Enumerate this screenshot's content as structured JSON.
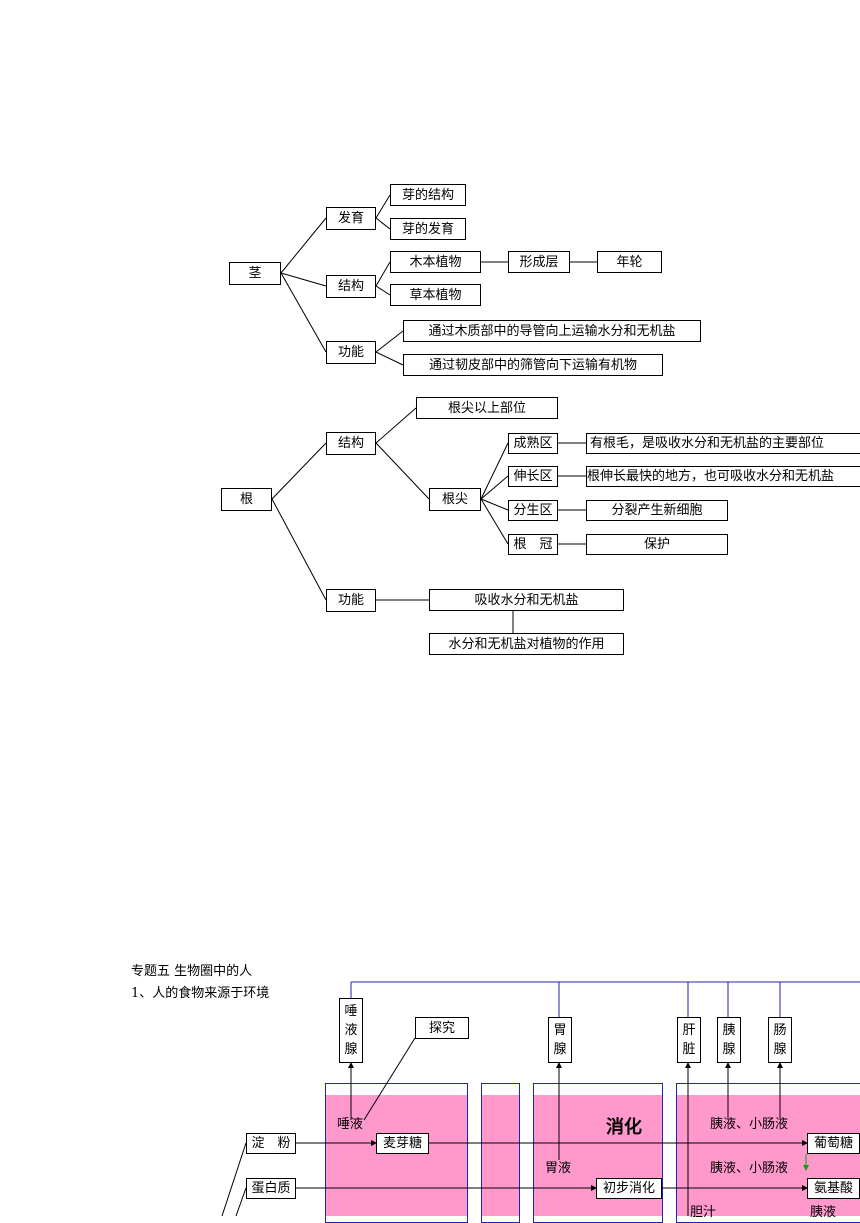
{
  "stem": {
    "root": "茎",
    "develop": "发育",
    "bud_structure": "芽的结构",
    "bud_develop": "芽的发育",
    "structure": "结构",
    "woody": "木本植物",
    "cambium": "形成层",
    "annual_ring": "年轮",
    "herb": "草本植物",
    "function": "功能",
    "func_up": "通过木质部中的导管向上运输水分和无机盐",
    "func_down": "通过韧皮部中的筛管向下运输有机物"
  },
  "root": {
    "root": "根",
    "structure": "结构",
    "above_tip": "根尖以上部位",
    "tip": "根尖",
    "zones": [
      {
        "name": "成熟区",
        "desc": "有根毛，是吸收水分和无机盐的主要部位"
      },
      {
        "name": "伸长区",
        "desc": "根伸长最快的地方，也可吸收水分和无机盐"
      },
      {
        "name": "分生区",
        "desc": "分裂产生新细胞"
      },
      {
        "name": "根　冠",
        "desc": "保护"
      }
    ],
    "function": "功能",
    "absorb": "吸收水分和无机盐",
    "effect": "水分和无机盐对植物的作用"
  },
  "topic5": {
    "heading": "专题五 生物圈中的人",
    "subheading": "1、人的食物来源于环境",
    "salivary": [
      "唾",
      "液",
      "腺"
    ],
    "explore": "探究",
    "gastric_gland": [
      "胃",
      "腺"
    ],
    "liver": [
      "肝",
      "脏"
    ],
    "pancreas": [
      "胰",
      "腺"
    ],
    "intestinal_gland": [
      "肠",
      "腺"
    ],
    "digestion": "消化",
    "saliva": "唾液",
    "maltose": "麦芽糖",
    "pancreatic1": "胰液、小肠液",
    "glucose": "葡萄糖",
    "gastric_juice": "胃液",
    "initial_digestion": "初步消化",
    "pancreatic2": "胰液、小肠液",
    "amino_acid": "氨基酸",
    "bile": "胆汁",
    "pancreatic3": "胰液",
    "starch": "淀　粉",
    "protein": "蛋白质"
  }
}
